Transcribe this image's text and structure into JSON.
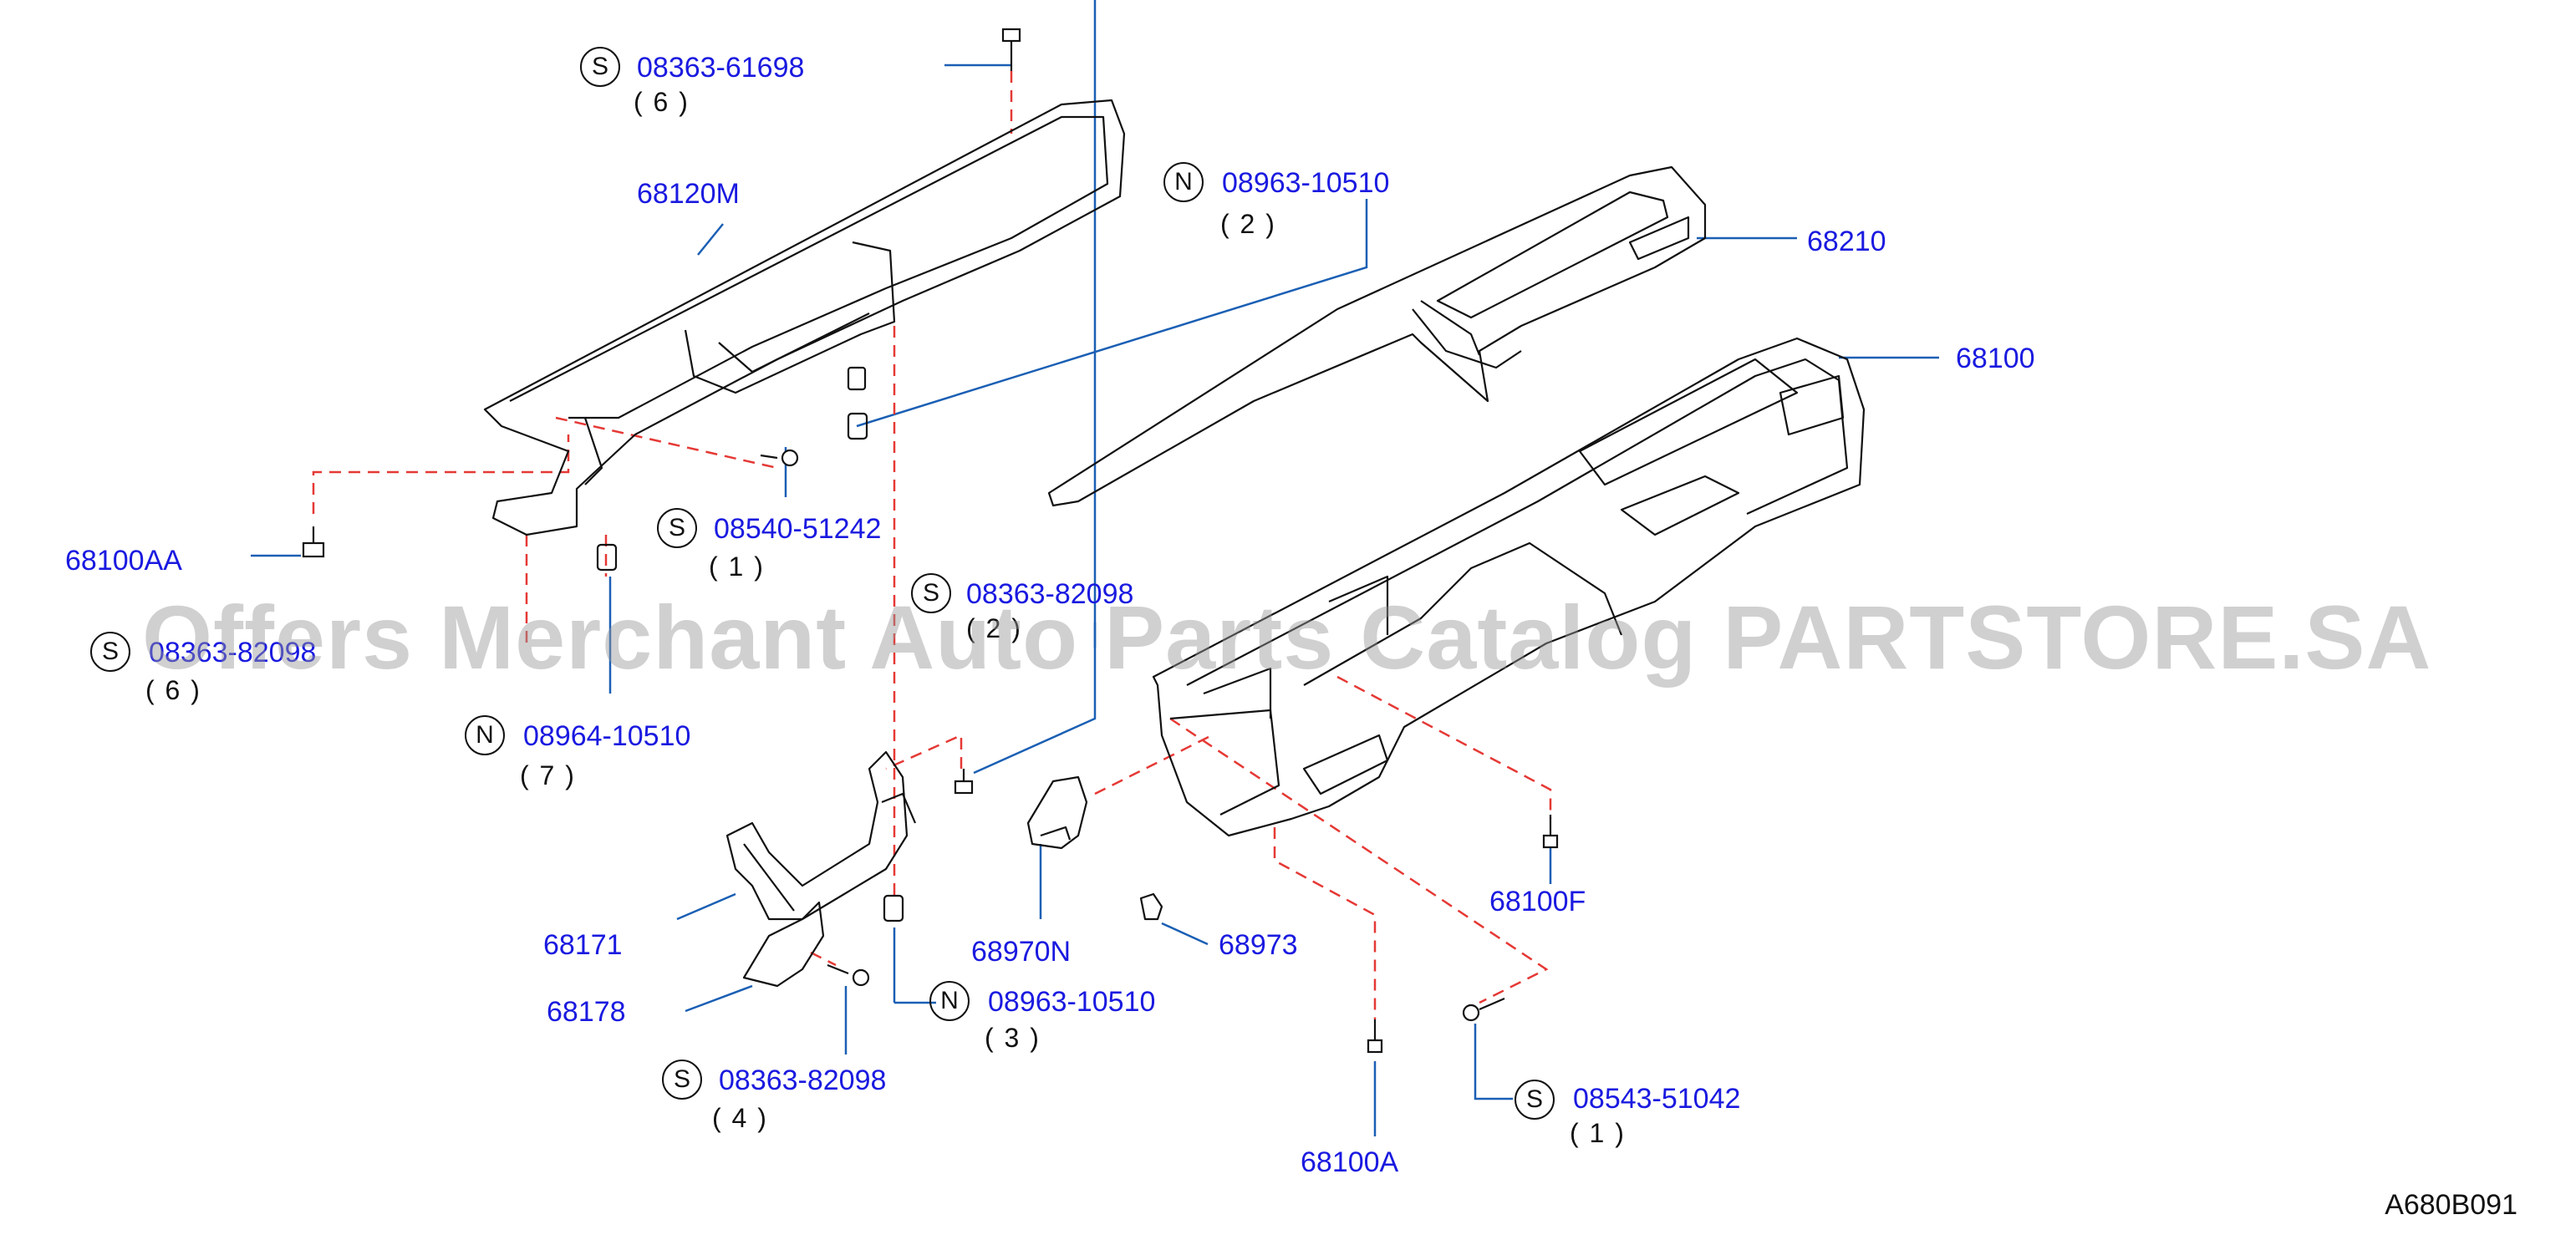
{
  "callouts": {
    "c08363_61698": {
      "prefix": "S",
      "part": "08363-61698",
      "qty": "( 6 )"
    },
    "c68120M": {
      "part": "68120M"
    },
    "c08963_10510_a": {
      "prefix": "N",
      "part": "08963-10510",
      "qty": "( 2 )"
    },
    "c68210": {
      "part": "68210"
    },
    "c68100": {
      "part": "68100"
    },
    "c68100AA": {
      "part": "68100AA"
    },
    "c08540_51242": {
      "prefix": "S",
      "part": "08540-51242",
      "qty": "( 1 )"
    },
    "c08363_82098_left": {
      "prefix": "S",
      "part": "08363-82098",
      "qty": "( 6 )"
    },
    "c08363_82098_mid": {
      "prefix": "S",
      "part": "08363-82098",
      "qty": "( 2 )"
    },
    "c08964_10510": {
      "prefix": "N",
      "part": "08964-10510",
      "qty": "( 7 )"
    },
    "c68171": {
      "part": "68171"
    },
    "c68178": {
      "part": "68178"
    },
    "c68970N": {
      "part": "68970N"
    },
    "c68973": {
      "part": "68973"
    },
    "c08963_10510_b": {
      "prefix": "N",
      "part": "08963-10510",
      "qty": "( 3 )"
    },
    "c08363_82098_low": {
      "prefix": "S",
      "part": "08363-82098",
      "qty": "( 4 )"
    },
    "c68100F": {
      "part": "68100F"
    },
    "c08543_51042": {
      "prefix": "S",
      "part": "08543-51042",
      "qty": "( 1 )"
    },
    "c68100A": {
      "part": "68100A"
    }
  },
  "watermark": "Offers Merchant Auto Parts Catalog PARTSTORE.SA",
  "diagram_code": "A680B091",
  "colors": {
    "label": "#1a1ae0",
    "leader": "#1a5fb4",
    "dash": "#e53935",
    "ink": "#111111"
  }
}
